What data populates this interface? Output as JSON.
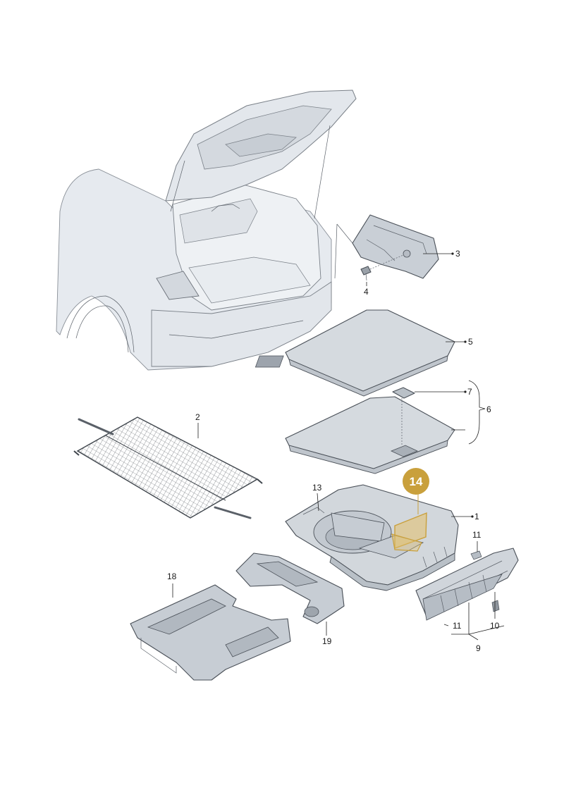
{
  "callouts": {
    "p1": "1",
    "p2": "2",
    "p3": "3",
    "p4": "4",
    "p5": "5",
    "p6": "6",
    "p7": "7",
    "p9": "9",
    "p10": "10",
    "p11a": "11",
    "p11b": "11",
    "p13": "13",
    "p18": "18",
    "p19": "19"
  },
  "highlight": {
    "label": "14",
    "color": "#c9a03c"
  },
  "colors": {
    "part": "#d4d9de",
    "part_dark": "#b3bac2",
    "car": "#e6eaef",
    "line": "#222222"
  }
}
